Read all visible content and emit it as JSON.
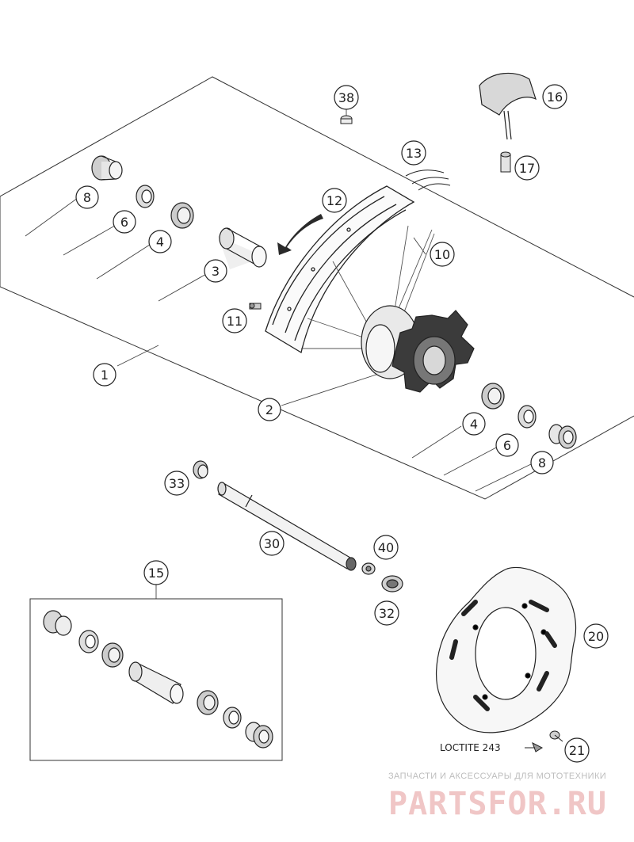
{
  "callouts": {
    "c1": "1",
    "c2": "2",
    "c3": "3",
    "c4a": "4",
    "c4b": "4",
    "c6a": "6",
    "c6b": "6",
    "c8a": "8",
    "c8b": "8",
    "c10": "10",
    "c11": "11",
    "c12": "12",
    "c13": "13",
    "c15": "15",
    "c16": "16",
    "c17": "17",
    "c20": "20",
    "c21": "21",
    "c30": "30",
    "c32": "32",
    "c33": "33",
    "c38": "38",
    "c40": "40"
  },
  "labels": {
    "loctite": "LOCTITE 243"
  },
  "watermark": {
    "tagline": "ЗАПЧАСТИ И АКСЕССУАРЫ ДЛЯ МОТОТЕХНИКИ",
    "brand": "PARTSFOR.RU"
  }
}
